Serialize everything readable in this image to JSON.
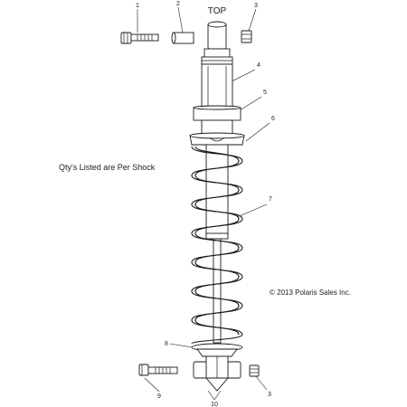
{
  "diagram": {
    "top_label": "TOP",
    "qty_note": "Qty's Listed are Per Shock",
    "copyright": "© 2013 Polaris Sales Inc.",
    "callouts": {
      "c1": "1",
      "c2": "2",
      "c3a": "3",
      "c4": "4",
      "c5": "5",
      "c6": "6",
      "c7": "7",
      "c8": "8",
      "c9": "9",
      "c3b": "3",
      "c10": "10"
    }
  }
}
